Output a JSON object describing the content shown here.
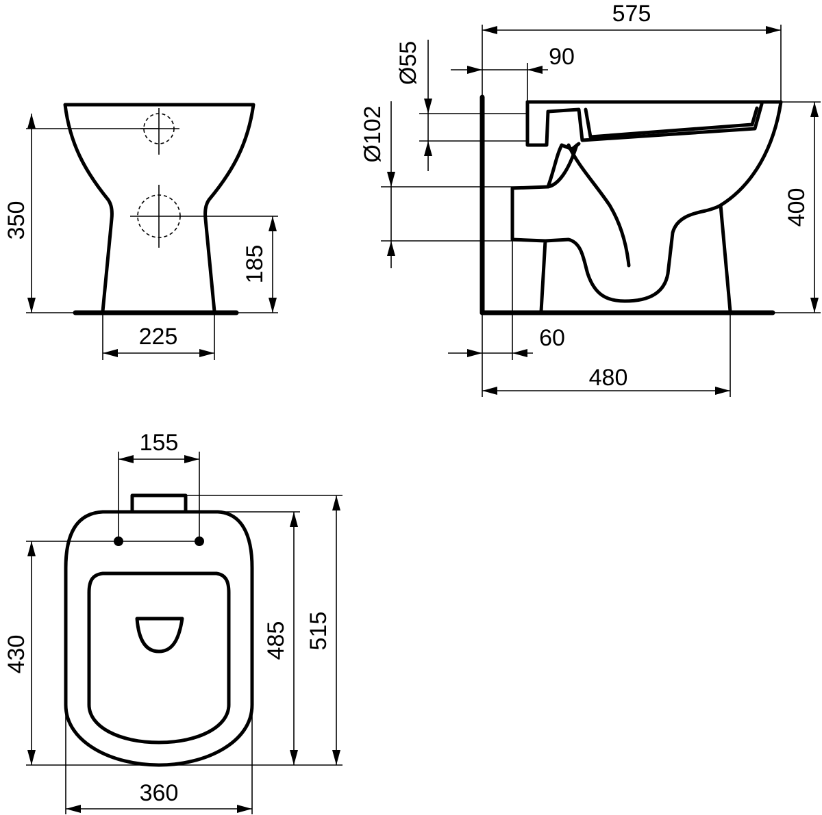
{
  "front_view": {
    "height_label": "350",
    "outlet_height_label": "185",
    "base_width_label": "225"
  },
  "side_view": {
    "depth_label": "575",
    "inlet_offset_label": "90",
    "inlet_diameter_label": "Ø55",
    "outlet_diameter_label": "Ø102",
    "height_label": "400",
    "wall_offset_label": "60",
    "base_depth_label": "480"
  },
  "top_view": {
    "fixing_spacing_label": "155",
    "fixing_to_front_label": "430",
    "seat_depth_label": "485",
    "overall_depth_label": "515",
    "width_label": "360"
  }
}
